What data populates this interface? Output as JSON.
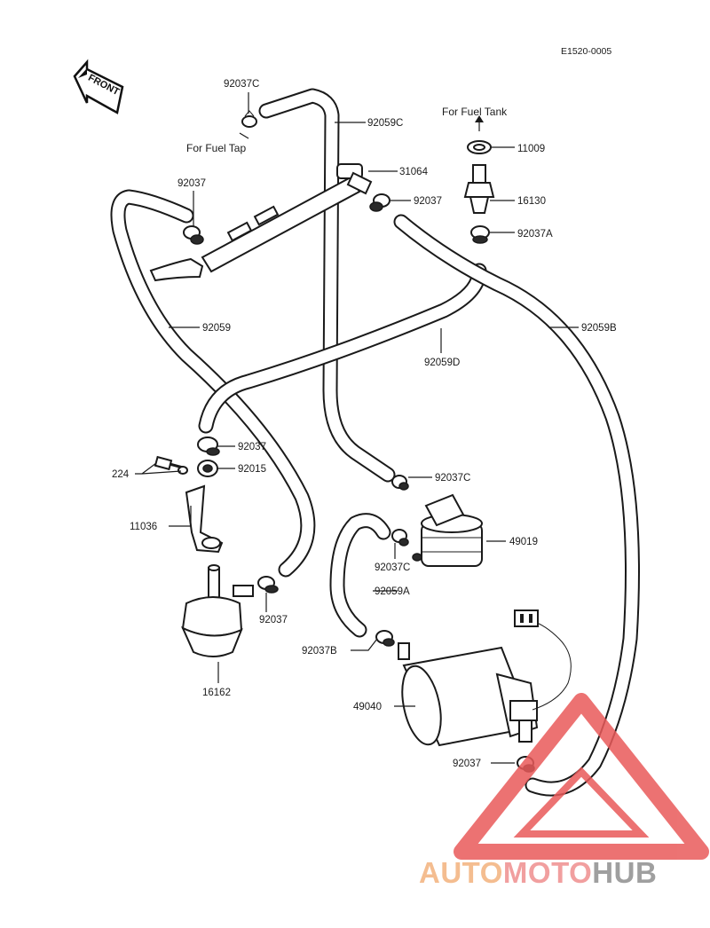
{
  "diagram_code": "E1520-0005",
  "front_label": "FRONT",
  "notes": {
    "fuel_tank": "For Fuel Tank",
    "fuel_tap": "For Fuel Tap"
  },
  "labels": {
    "p92037C_top": "92037C",
    "p92059C": "92059C",
    "p11009": "11009",
    "p31064": "31064",
    "p16130": "16130",
    "p92037_left": "92037",
    "p92037_mid": "92037",
    "p92037A": "92037A",
    "p92059": "92059",
    "p92059B": "92059B",
    "p92059D": "92059D",
    "p92037_clamp": "92037",
    "p92015": "92015",
    "p224": "224",
    "p92037C_mid": "92037C",
    "p11036": "11036",
    "p49019": "49019",
    "p92037C_low": "92037C",
    "p92059A": "92059A",
    "p92037_reg": "92037",
    "p92037B": "92037B",
    "p16162": "16162",
    "p49040": "49040",
    "p92037_pump": "92037"
  },
  "watermark": {
    "part1": "AUTO",
    "part2": "MOTO",
    "part3": "HUB",
    "color1": "#f3b27d",
    "color2": "#ef8f8f",
    "color3": "#8f8f8f",
    "triangle_color": "#e95a5a"
  }
}
